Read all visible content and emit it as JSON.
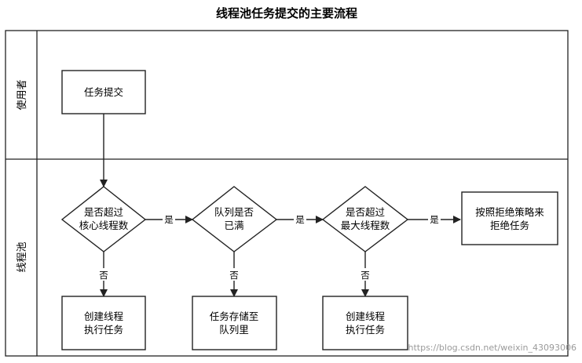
{
  "title": "线程池任务提交的主要流程",
  "lanes": [
    {
      "id": "user",
      "label": "使用者"
    },
    {
      "id": "pool",
      "label": "线程池"
    }
  ],
  "nodes": {
    "submit": {
      "lines": [
        "任务提交"
      ]
    },
    "core": {
      "lines": [
        "是否超过",
        "核心线程数"
      ]
    },
    "queue": {
      "lines": [
        "队列是否",
        "已满"
      ]
    },
    "max": {
      "lines": [
        "是否超过",
        "最大线程数"
      ]
    },
    "reject": {
      "lines": [
        "按照拒绝策略来",
        "拒绝任务"
      ]
    },
    "create1": {
      "lines": [
        "创建线程",
        "执行任务"
      ]
    },
    "store": {
      "lines": [
        "任务存储至",
        "队列里"
      ]
    },
    "create2": {
      "lines": [
        "创建线程",
        "执行任务"
      ]
    }
  },
  "edges": {
    "yes": "是",
    "no": "否"
  },
  "watermark": "https://blog.csdn.net/weixin_43093006"
}
